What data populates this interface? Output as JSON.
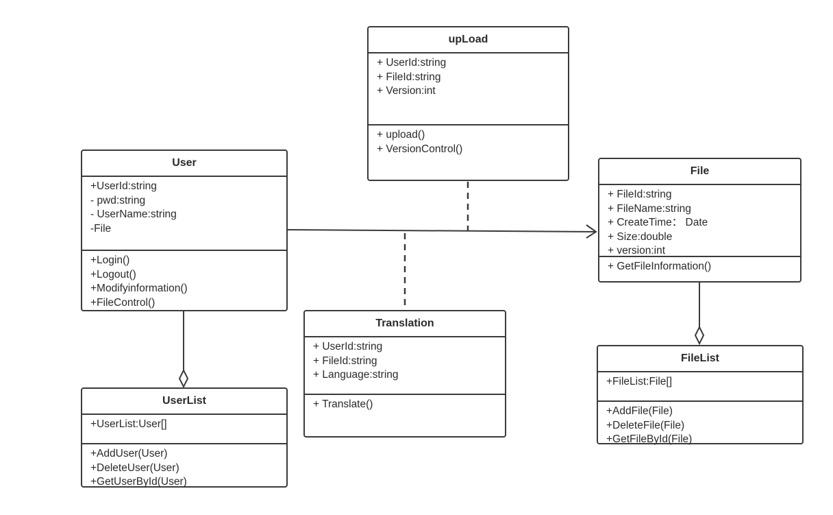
{
  "classes": {
    "upload": {
      "name": "upLoad",
      "attributes": [
        "+ UserId:string",
        "+ FileId:string",
        "+ Version:int"
      ],
      "operations": [
        "+ upload()",
        "+ VersionControl()"
      ]
    },
    "user": {
      "name": "User",
      "attributes": [
        "+UserId:string",
        "- pwd:string",
        "- UserName:string",
        "-File"
      ],
      "operations": [
        "+Login()",
        "+Logout()",
        "+Modifyinformation()",
        "+FileControl()"
      ]
    },
    "file": {
      "name": "File",
      "attributes": [
        "+ FileId:string",
        "+ FileName:string",
        "+ CreateTime： Date",
        "+ Size:double",
        "+ version:int"
      ],
      "operations": [
        "+ GetFileInformation()"
      ]
    },
    "translation": {
      "name": "Translation",
      "attributes": [
        "+ UserId:string",
        "+ FileId:string",
        "+ Language:string"
      ],
      "operations": [
        "+ Translate()"
      ]
    },
    "userlist": {
      "name": "UserList",
      "attributes": [
        "+UserList:User[]"
      ],
      "operations": [
        "+AddUser(User)",
        "+DeleteUser(User)",
        "+GetUserById(User)"
      ]
    },
    "filelist": {
      "name": "FileList",
      "attributes": [
        "+FileList:File[]"
      ],
      "operations": [
        "+AddFile(File)",
        "+DeleteFile(File)",
        "+GetFileById(File)"
      ]
    }
  },
  "relationships": [
    {
      "from": "User",
      "to": "File",
      "kind": "association",
      "arrow": "open"
    },
    {
      "from": "upLoad",
      "to": "User-File association",
      "kind": "association-class",
      "line": "dashed"
    },
    {
      "from": "Translation",
      "to": "User-File association",
      "kind": "association-class",
      "line": "dashed"
    },
    {
      "from": "User",
      "to": "UserList",
      "kind": "aggregation",
      "diamond_at": "UserList"
    },
    {
      "from": "File",
      "to": "FileList",
      "kind": "aggregation",
      "diamond_at": "FileList"
    }
  ],
  "colors": {
    "stroke": "#3a3a3a",
    "background": "#ffffff",
    "text": "#2a2a2a"
  }
}
